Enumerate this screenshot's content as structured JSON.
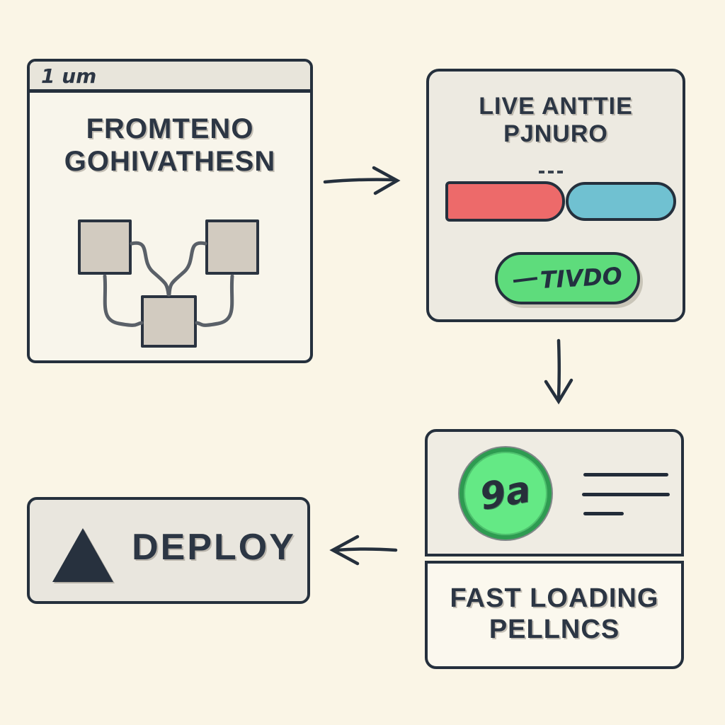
{
  "palette": {
    "background": "#FAF5E6",
    "ink": "#25303D",
    "panel_fill": "#EFECE3",
    "panel_fill_light": "#FBF8EE",
    "titlebar_fill": "#E8E5DB",
    "square_fill": "#D2CBC0",
    "red_bar": "#ED6A6A",
    "teal_bar": "#70C1D1",
    "green_button": "#5EDC7C",
    "green_circle": "#64E985",
    "green_circle_border": "#2E9B51"
  },
  "icons": {
    "arrow_right": "arrow-right-icon",
    "arrow_down": "arrow-down-icon",
    "arrow_left": "arrow-left-icon",
    "triangle_logo": "triangle-logo-icon",
    "scribble": "scribble-icon"
  },
  "frontend_panel": {
    "titlebar_text": "1 um",
    "heading_line1": "FROMTENO",
    "heading_line2": "GOHIVATHESN"
  },
  "live_panel": {
    "heading_line1": "LIVE ANTTIE",
    "heading_line2": "PJNURO",
    "button_label": "TIVDO"
  },
  "metrics_panel": {
    "circle_scribble": "9a",
    "caption_line1": "FAST LOADING",
    "caption_line2": "PELLNCS"
  },
  "deploy_panel": {
    "label": "DEPLOY"
  }
}
